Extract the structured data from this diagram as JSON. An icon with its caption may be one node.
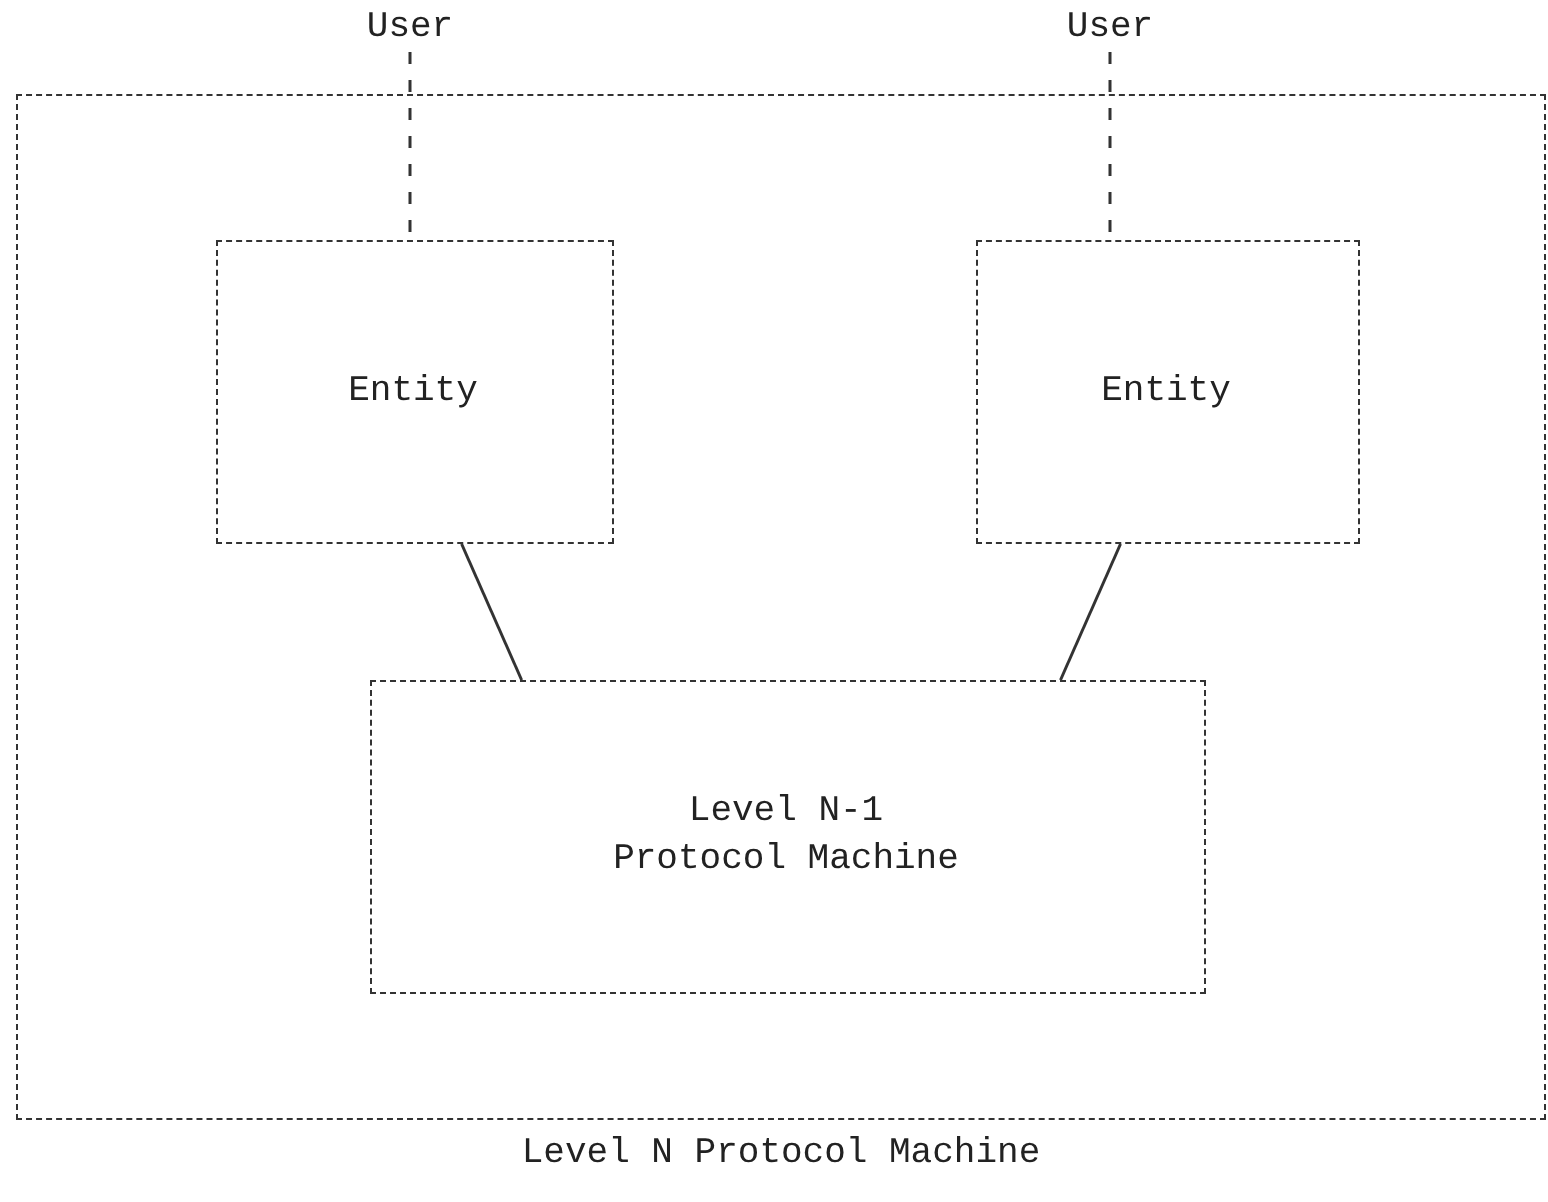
{
  "diagram": {
    "nodes": [
      {
        "text": [
          "User"
        ]
      },
      {
        "text": [
          "User"
        ]
      },
      {
        "text": [
          "Level N Protocol Machine"
        ]
      },
      {
        "text": [
          "Entity"
        ],
        "in": 2
      },
      {
        "text": [
          "Entity"
        ],
        "in": 2
      },
      {
        "text": [
          "Level N-1 Protocol Machine"
        ],
        "in": 2
      }
    ],
    "edges": [
      {
        "from": 0,
        "to": 3,
        "arrow": "none",
        "style": "dashed"
      },
      {
        "from": 1,
        "to": 4,
        "arrow": "none",
        "style": "dashed"
      },
      {
        "from": 3,
        "to": 5,
        "arrow": "none"
      },
      {
        "from": 4,
        "to": 5,
        "arrow": "none"
      }
    ]
  }
}
